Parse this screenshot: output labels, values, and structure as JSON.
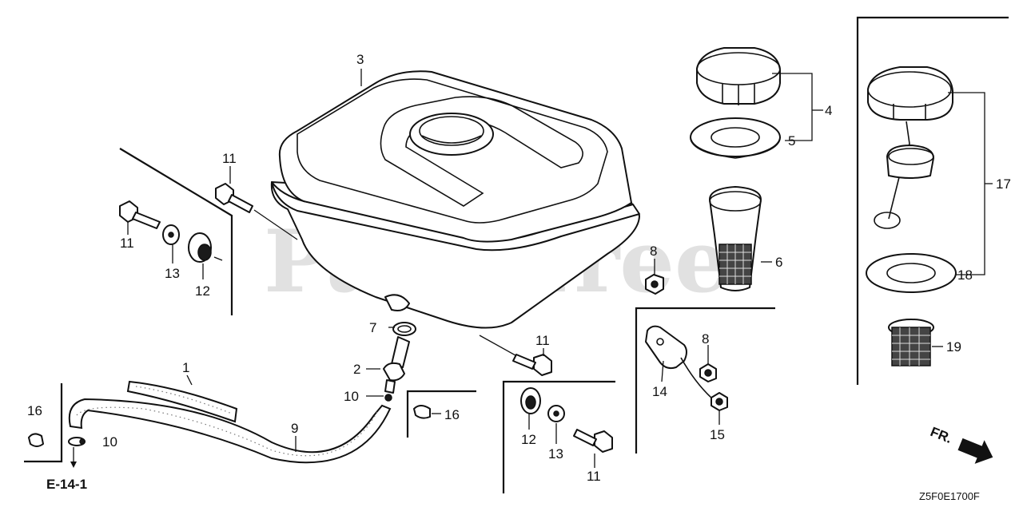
{
  "watermark": "PartsTree",
  "ref_code": "E-14-1",
  "diagram_code": "Z5F0E1700F",
  "direction_label": "FR.",
  "callouts": {
    "c1": "1",
    "c2": "2",
    "c3": "3",
    "c4": "4",
    "c5": "5",
    "c6": "6",
    "c7": "7",
    "c8a": "8",
    "c8b": "8",
    "c9": "9",
    "c10a": "10",
    "c10b": "10",
    "c11a": "11",
    "c11b": "11",
    "c11c": "11",
    "c11d": "11",
    "c12a": "12",
    "c12b": "12",
    "c13a": "13",
    "c13b": "13",
    "c14": "14",
    "c15": "15",
    "c16a": "16",
    "c16b": "16",
    "c17": "17",
    "c18": "18",
    "c19": "19"
  }
}
